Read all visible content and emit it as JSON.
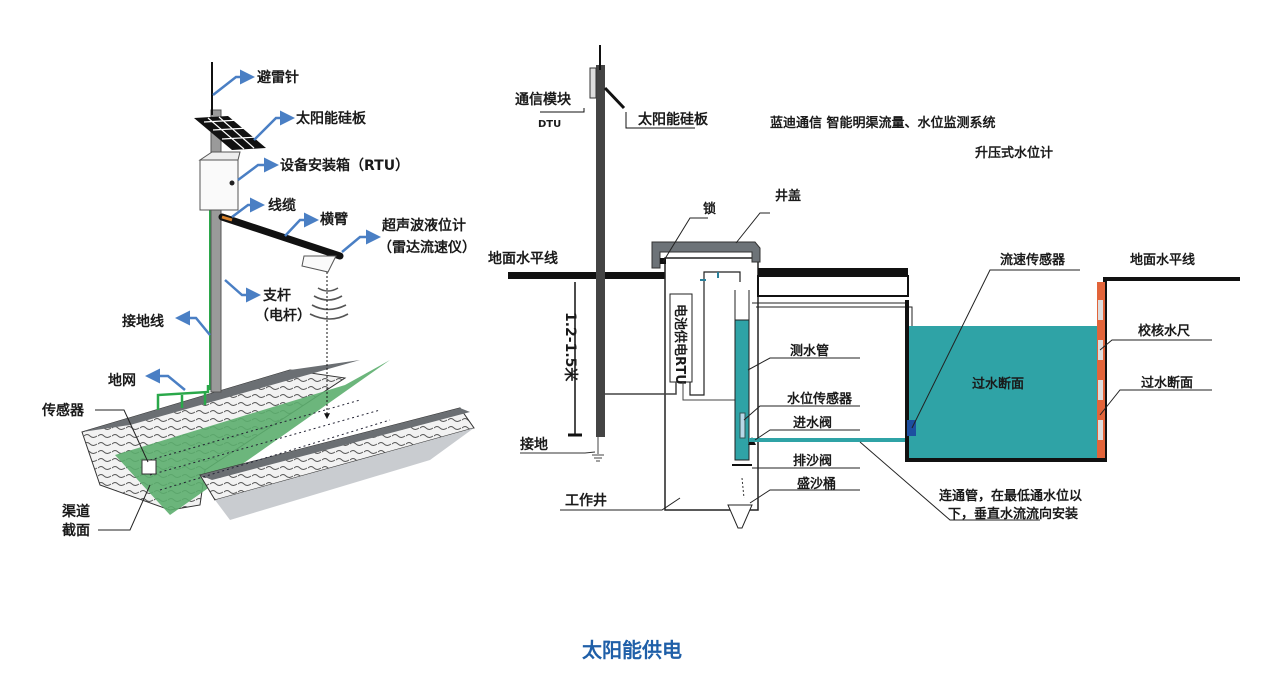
{
  "left_diagram": {
    "labels": {
      "lightning_rod": "避雷针",
      "solar_panel": "太阳能硅板",
      "equipment_box": "设备安装箱（RTU）",
      "cable": "线缆",
      "crossarm": "横臂",
      "ultrasonic_line1": "超声波液位计",
      "ultrasonic_line2": "（雷达流速仪）",
      "pole_line1": "支杆",
      "pole_line2": "（电杆）",
      "ground_wire": "接地线",
      "ground_grid": "地网",
      "sensor": "传感器",
      "channel_section_line1": "渠道",
      "channel_section_line2": "截面"
    },
    "colors": {
      "arrow": "#4a7fc4",
      "ground_wire": "#2aa84a",
      "channel_water": "#5cae6e",
      "channel_top": "#6b6f73",
      "pole": "#9a9a9a"
    }
  },
  "right_diagram": {
    "title": "蓝迪通信  智能明渠流量、水位监测系统",
    "subtitle": "升压式水位计",
    "labels": {
      "comm_module": "通信模块",
      "dtu": "DTU",
      "solar_panel": "太阳能硅板",
      "lock": "锁",
      "well_cover": "井盖",
      "ground_level_left": "地面水平线",
      "ground_level_right": "地面水平线",
      "depth": "1.2-1.5米",
      "grounding": "接地",
      "battery_rtu": "电池供电RTU",
      "work_well": "工作井",
      "measuring_pipe": "测水管",
      "level_sensor": "水位传感器",
      "inlet_valve": "进水阀",
      "sand_valve": "排沙阀",
      "sand_bucket": "盛沙桶",
      "flow_sensor": "流速传感器",
      "cross_section_center": "过水断面",
      "check_gauge": "校核水尺",
      "cross_section_right": "过水断面",
      "connecting_pipe_line1": "连通管，在最低通水位以",
      "connecting_pipe_line2": "下，垂直水流流向安装"
    },
    "colors": {
      "water": "#2fa3a6",
      "gauge": "#e2643a",
      "flow_sensor": "#1d4fa0",
      "structure": "#111111",
      "cover": "#6d7378"
    }
  },
  "caption": "太阳能供电"
}
